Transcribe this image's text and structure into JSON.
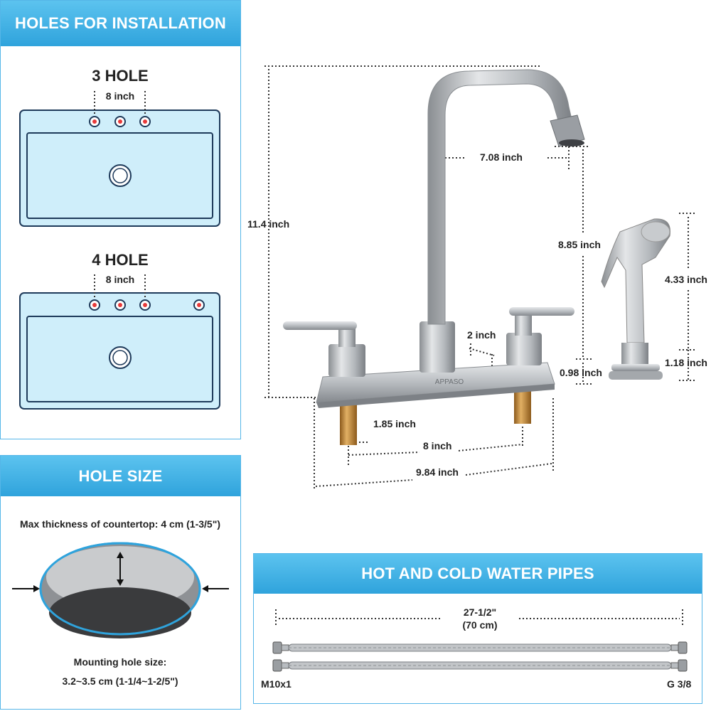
{
  "colors": {
    "accent": "#2fa3dc",
    "accent_light": "#5cc3ef",
    "sink_fill": "#cfeefa",
    "hole_red": "#e83a3a",
    "metal": "#b8bcc0",
    "brass": "#c8913a"
  },
  "install": {
    "title": "HOLES FOR INSTALLATION",
    "three_hole_label": "3 HOLE",
    "four_hole_label": "4 HOLE",
    "spacing": "8 inch"
  },
  "hole_size": {
    "title": "HOLE SIZE",
    "max_thickness": "Max thickness of countertop: 4 cm (1-3/5\")",
    "mounting_label": "Mounting hole size:",
    "mounting_value": "3.2~3.5 cm (1-1/4~1-2/5\")"
  },
  "faucet": {
    "brand": "APPASO",
    "height": "11.4 inch",
    "spout_reach": "7.08 inch",
    "spout_height": "8.85 inch",
    "sprayer_height": "4.33 inch",
    "sprayer_base": "1.18 inch",
    "base_height": "0.98 inch",
    "handle_gap": "2 inch",
    "shank_length": "1.85 inch",
    "center_spacing": "8 inch",
    "base_width": "9.84 inch"
  },
  "pipes": {
    "title": "HOT AND COLD WATER PIPES",
    "length_in": "27-1/2\"",
    "length_cm": "(70 cm)",
    "left_thread": "M10x1",
    "right_thread": "G 3/8"
  }
}
